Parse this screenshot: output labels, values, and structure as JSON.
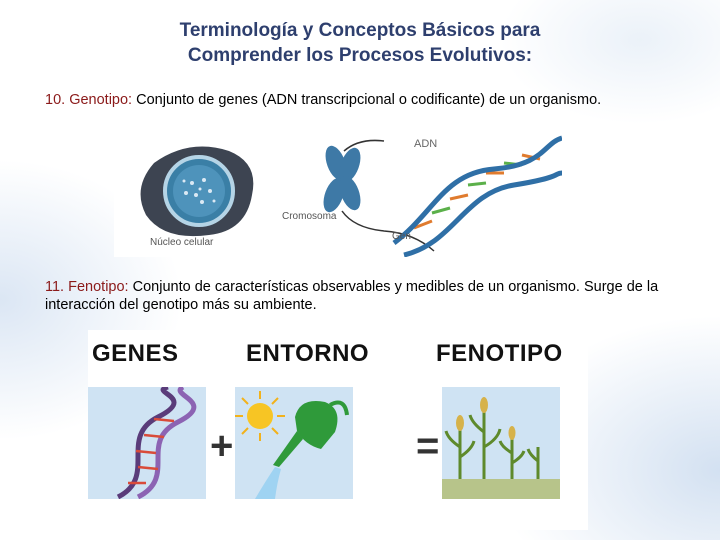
{
  "title": {
    "line1": "Terminología y Conceptos Básicos para",
    "line2": "Comprender los Procesos Evolutivos:"
  },
  "genotipo": {
    "number": "10.",
    "term": "Genotipo:",
    "definition": "Conjunto de genes (ADN transcripcional o codificante) de un organismo."
  },
  "figure1": {
    "label_adn": "ADN",
    "label_cromosoma": "Cromosoma",
    "label_nucleo": "Núcleo celular",
    "label_gen": "Gen"
  },
  "fenotipo": {
    "number": "11.",
    "term": "Fenotipo:",
    "definition": "Conjunto de características observables y medibles de un organismo. Surge de la interacción del genotipo más su ambiente."
  },
  "figure2": {
    "heading_genes": "GENES",
    "heading_entorno": "ENTORNO",
    "heading_fenotipo": "FENOTIPO",
    "plus": "+",
    "equals": "="
  }
}
